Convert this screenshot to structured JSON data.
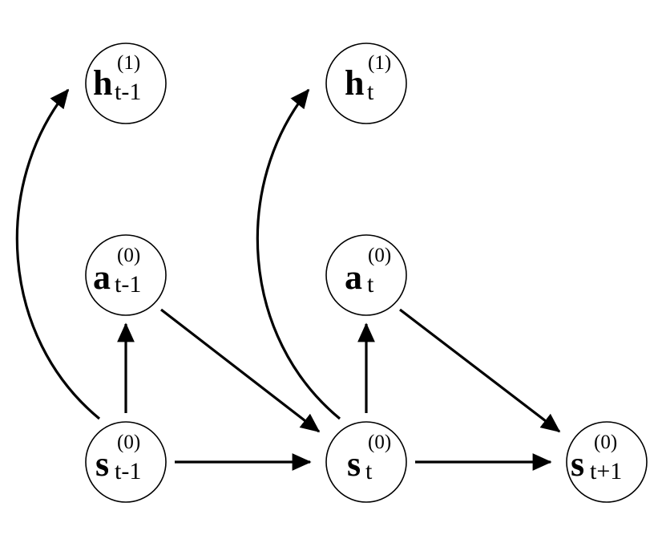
{
  "nodes": {
    "h_prev": {
      "base": "h",
      "sub": "t-1",
      "sup": "(1)"
    },
    "h_curr": {
      "base": "h",
      "sub": "t",
      "sup": "(1)"
    },
    "a_prev": {
      "base": "a",
      "sub": "t-1",
      "sup": "(0)"
    },
    "a_curr": {
      "base": "a",
      "sub": "t",
      "sup": "(0)"
    },
    "s_prev": {
      "base": "s",
      "sub": "t-1",
      "sup": "(0)"
    },
    "s_curr": {
      "base": "s",
      "sub": "t",
      "sup": "(0)"
    },
    "s_next": {
      "base": "s",
      "sub": "t+1",
      "sup": "(0)"
    }
  },
  "edges": [
    {
      "from": "s_prev",
      "to": "a_prev"
    },
    {
      "from": "s_prev",
      "to": "s_curr"
    },
    {
      "from": "a_prev",
      "to": "s_curr"
    },
    {
      "from": "s_prev",
      "to": "h_prev"
    },
    {
      "from": "s_curr",
      "to": "a_curr"
    },
    {
      "from": "s_curr",
      "to": "s_next"
    },
    {
      "from": "a_curr",
      "to": "s_next"
    },
    {
      "from": "s_curr",
      "to": "h_curr"
    }
  ],
  "colors": {
    "stroke": "#000000",
    "background": "#ffffff"
  }
}
